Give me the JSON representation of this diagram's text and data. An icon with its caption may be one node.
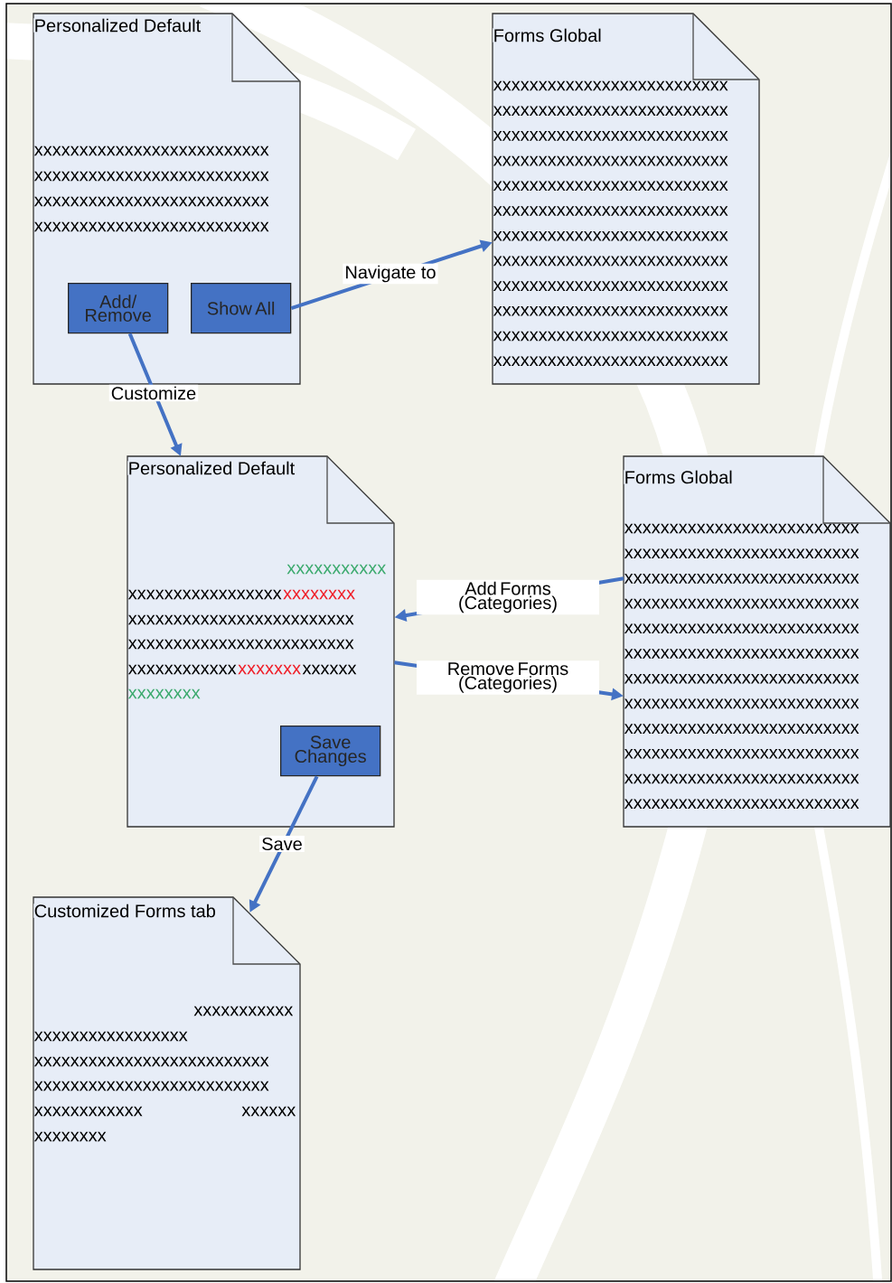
{
  "diagram": {
    "nodes": [
      {
        "text": [
          "Personalized Default",
          "xxxxxxxxxxxxxxxxxxxxxxxxxx",
          "xxxxxxxxxxxxxxxxxxxxxxxxxx",
          "xxxxxxxxxxxxxxxxxxxxxxxxxx",
          "xxxxxxxxxxxxxxxxxxxxxxxxxx"
        ]
      },
      {
        "text": [
          "Add/ Remove"
        ],
        "in": 0
      },
      {
        "text": [
          "Show All"
        ],
        "in": 0
      },
      {
        "text": [
          "Forms Global",
          "xxxxxxxxxxxxxxxxxxxxxxxxxx",
          "xxxxxxxxxxxxxxxxxxxxxxxxxx",
          "xxxxxxxxxxxxxxxxxxxxxxxxxx",
          "xxxxxxxxxxxxxxxxxxxxxxxxxx",
          "xxxxxxxxxxxxxxxxxxxxxxxxxx",
          "xxxxxxxxxxxxxxxxxxxxxxxxxx",
          "xxxxxxxxxxxxxxxxxxxxxxxxxx",
          "xxxxxxxxxxxxxxxxxxxxxxxxxx",
          "xxxxxxxxxxxxxxxxxxxxxxxxxx",
          "xxxxxxxxxxxxxxxxxxxxxxxxxx",
          "xxxxxxxxxxxxxxxxxxxxxxxxxx",
          "xxxxxxxxxxxxxxxxxxxxxxxxxx"
        ]
      },
      {
        "text": [
          "Personalized Default",
          "xxxxxxxxxxx",
          "xxxxxxxxxxxxxxxxx",
          "xxxxxxxx",
          "xxxxxxxxxxxxxxxxxxxxxxxxx",
          "xxxxxxxxxxxxxxxxxxxxxxxxx",
          "xxxxxxxxxxxx",
          "xxxxxxx",
          "xxxxxx",
          "xxxxxxxx"
        ]
      },
      {
        "text": [
          "Save Changes"
        ],
        "in": 4
      },
      {
        "text": [
          "Forms Global",
          "xxxxxxxxxxxxxxxxxxxxxxxxxx",
          "xxxxxxxxxxxxxxxxxxxxxxxxxx",
          "xxxxxxxxxxxxxxxxxxxxxxxxxx",
          "xxxxxxxxxxxxxxxxxxxxxxxxxx",
          "xxxxxxxxxxxxxxxxxxxxxxxxxx",
          "xxxxxxxxxxxxxxxxxxxxxxxxxx",
          "xxxxxxxxxxxxxxxxxxxxxxxxxx",
          "xxxxxxxxxxxxxxxxxxxxxxxxxx",
          "xxxxxxxxxxxxxxxxxxxxxxxxxx",
          "xxxxxxxxxxxxxxxxxxxxxxxxxx",
          "xxxxxxxxxxxxxxxxxxxxxxxxxx",
          "xxxxxxxxxxxxxxxxxxxxxxxxxx"
        ]
      },
      {
        "text": [
          "Customized Forms tab",
          "xxxxxxxxxxx",
          "xxxxxxxxxxxxxxxxx",
          "xxxxxxxxxxxxxxxxxxxxxxxxxx",
          "xxxxxxxxxxxxxxxxxxxxxxxxxx",
          "xxxxxxxxxxxx",
          "xxxxxx",
          "xxxxxxxx"
        ]
      }
    ],
    "edges": [
      {
        "from": 1,
        "to": 4,
        "arrow": "to",
        "label": "Customize"
      },
      {
        "from": 2,
        "to": 3,
        "arrow": "to",
        "label": "Navigate to"
      },
      {
        "from": 6,
        "to": 4,
        "arrow": "to",
        "label": "Add Forms (Categories)"
      },
      {
        "from": 4,
        "to": 6,
        "arrow": "to",
        "label": "Remove Forms (Categories)"
      },
      {
        "from": 5,
        "to": 7,
        "arrow": "to",
        "label": "Save"
      }
    ]
  }
}
